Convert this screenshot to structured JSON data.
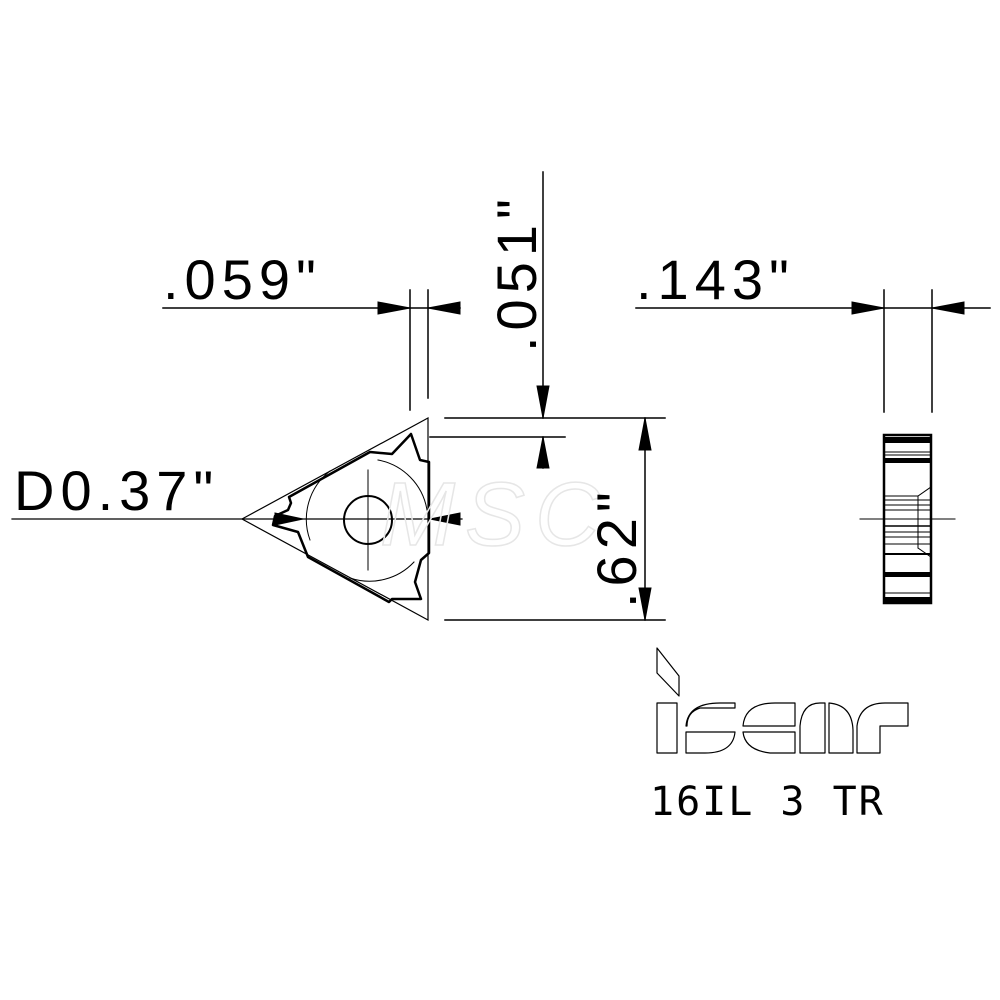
{
  "dimensions": {
    "thread_width": ".059\"",
    "offset": ".051\"",
    "inscribed_height": ".62\"",
    "thickness": ".143\"",
    "diameter": "D0.37\""
  },
  "brand": {
    "logo_text": "iscar"
  },
  "part_number": "16IL 3 TR",
  "colors": {
    "line": "#000000",
    "background": "#ffffff"
  }
}
